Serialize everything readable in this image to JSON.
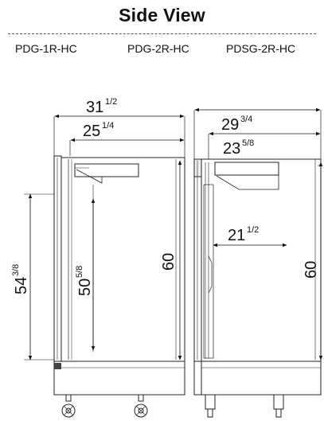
{
  "title": "Side View",
  "models": [
    "PDG-1R-HC",
    "PDG-2R-HC",
    "PDSG-2R-HC"
  ],
  "left_view": {
    "overall_width": {
      "whole": "31",
      "frac": "1/2"
    },
    "inner_width": {
      "whole": "25",
      "frac": "1/4"
    },
    "height_left": {
      "whole": "54",
      "frac": "3/8"
    },
    "height_mid": {
      "whole": "50",
      "frac": "5/8"
    },
    "height_right": "60"
  },
  "right_view": {
    "overall_width": {
      "whole": "29",
      "frac": "3/4"
    },
    "inner_width": {
      "whole": "23",
      "frac": "5/8"
    },
    "door_depth": {
      "whole": "21",
      "frac": "1/2"
    },
    "height_right": "60"
  }
}
